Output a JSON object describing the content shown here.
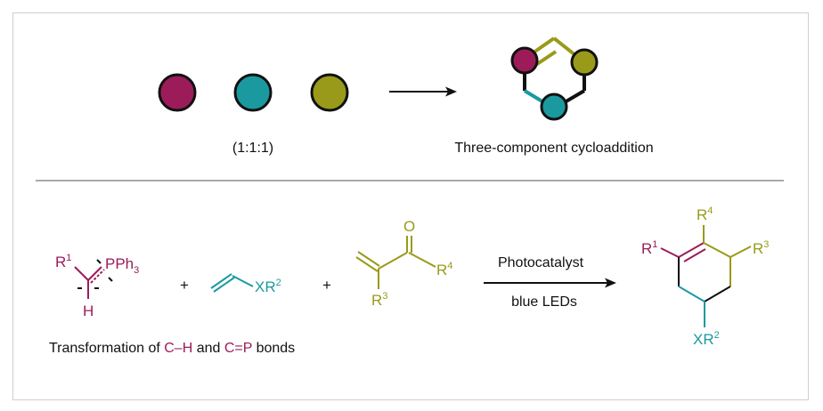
{
  "colors": {
    "magenta": "#9c1c5a",
    "teal": "#1a9a9f",
    "olive": "#9a9a1a",
    "black": "#111111",
    "divider": "#aaaaaa"
  },
  "top": {
    "ratio_label": "(1:1:1)",
    "product_label": "Three-component cycloaddition"
  },
  "reaction": {
    "ylide": {
      "r": "R",
      "r_sup": "1",
      "pph": "PPh",
      "pph_sub": "3",
      "h": "H"
    },
    "plus": "+",
    "alkene": {
      "xr": "XR",
      "xr_sup": "2"
    },
    "enone": {
      "o": "O",
      "r4": "R",
      "r4_sup": "4",
      "r3": "R",
      "r3_sup": "3"
    },
    "conditions": {
      "above": "Photocatalyst",
      "below": "blue LEDs"
    },
    "product": {
      "r1": "R",
      "r1_sup": "1",
      "r4": "R",
      "r4_sup": "4",
      "r3": "R",
      "r3_sup": "3",
      "xr2": "XR",
      "xr2_sup": "2"
    }
  },
  "caption": {
    "part1": "Transformation of ",
    "ch": "C–H",
    "and": " and ",
    "cp": "C=P",
    "part2": " bonds"
  }
}
